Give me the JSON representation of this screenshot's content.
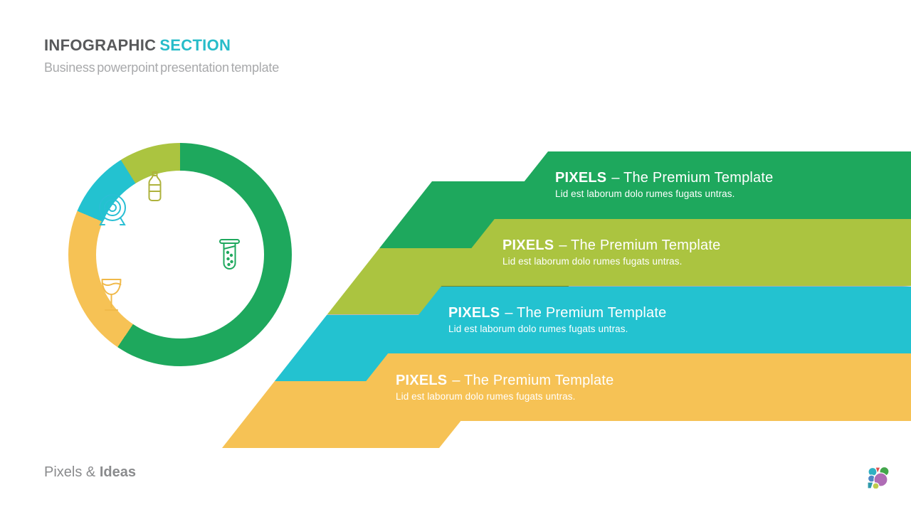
{
  "header": {
    "title_primary": "INFOGRAPHIC",
    "title_accent": "SECTION",
    "subtitle": "Business powerpoint presentation template"
  },
  "palette": {
    "green": "#1EA85D",
    "lime": "#ABC440",
    "cyan": "#23C2D0",
    "yellow": "#F6C255",
    "accent_teal": "#27BCC9",
    "title_gray": "#58595B",
    "icon_olive": "#AEB23C",
    "icon_cyan": "#29BFD4",
    "icon_green": "#1EA85D",
    "icon_yellow": "#F0B949"
  },
  "steps": {
    "items": [
      {
        "title_bold": "PIXELS",
        "title_rest": "– The Premium Template",
        "description": "Lid est laborum dolo rumes fugats untras.",
        "color": "#1EA85D"
      },
      {
        "title_bold": "PIXELS",
        "title_rest": "– The Premium Template",
        "description": "Lid est laborum dolo rumes fugats untras.",
        "color": "#ABC440"
      },
      {
        "title_bold": "PIXELS",
        "title_rest": "– The Premium Template",
        "description": "Lid est laborum dolo rumes fugats untras.",
        "color": "#23C2D0"
      },
      {
        "title_bold": "PIXELS",
        "title_rest": "– The Premium Template",
        "description": "Lid est laborum dolo rumes fugats untras.",
        "color": "#F6C255"
      }
    ]
  },
  "donut": {
    "segments": [
      {
        "name": "green",
        "color": "#1EA85D",
        "from": 0,
        "to": 214
      },
      {
        "name": "yellow",
        "color": "#F6C255",
        "from": 214,
        "to": 293
      },
      {
        "name": "cyan",
        "color": "#23C2D0",
        "from": 293,
        "to": 328
      },
      {
        "name": "lime",
        "color": "#ABC440",
        "from": 328,
        "to": 360
      }
    ],
    "icons": [
      "bottle-icon",
      "webcam-target-icon",
      "test-tube-icon",
      "wine-glass-icon"
    ]
  },
  "footer": {
    "brand_regular": "Pixels &",
    "brand_bold": "Ideas",
    "logo": "pixels-mosaic-logo"
  }
}
